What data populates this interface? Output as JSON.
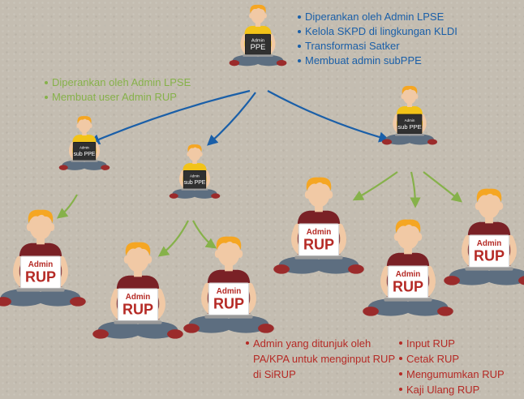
{
  "colors": {
    "blue": "#1a5fa8",
    "green": "#86b14a",
    "red": "#b52a25",
    "skin": "#f1c9a5",
    "hair": "#f5a623",
    "pants": "#5d6e80",
    "shoe": "#9b2b2b",
    "shirt_yellow": "#f2c318",
    "shirt_maroon": "#7a2126",
    "laptop_dark": "#303030",
    "laptop_light": "#ffffff"
  },
  "roles": {
    "top": {
      "small": "Admin",
      "big": "PPE"
    },
    "sub": {
      "small": "Admin",
      "big": "sub PPE"
    },
    "rup": {
      "small": "Admin",
      "big": "RUP"
    }
  },
  "notes": {
    "admin_ppe": [
      "Diperankan oleh Admin LPSE",
      "Kelola SKPD di lingkungan KLDI",
      "Transformasi Satker",
      "Membuat admin subPPE"
    ],
    "admin_subppe": [
      "Diperankan oleh Admin LPSE",
      "Membuat user Admin RUP"
    ],
    "admin_rup": [
      "Admin yang ditunjuk oleh PA/KPA untuk menginput RUP di SiRUP"
    ],
    "rup_tasks": [
      "Input RUP",
      "Cetak RUP",
      "Mengumumkan RUP",
      "Kaji Ulang RUP"
    ]
  }
}
